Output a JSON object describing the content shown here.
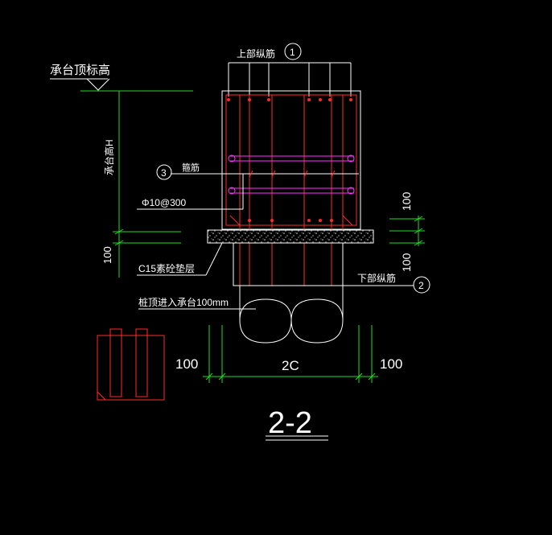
{
  "labels": {
    "cap_top_elevation": "承台顶标高",
    "top_rebar": "上部纵筋",
    "bottom_rebar": "下部纵筋",
    "stirrup": "箍筋",
    "stirrup_spec": "Φ10@300",
    "cap_height": "承台高H",
    "cushion": "C15素砼垫层",
    "pile_embed": "桩顶进入承台100mm",
    "dim_100_right_top": "100",
    "dim_100_right_bottom": "100",
    "dim_100_left": "100",
    "dim_100_bottom_left": "100",
    "dim_100_bottom_right": "100",
    "dim_2c": "2C",
    "section_title": "2-2",
    "marker_1": "1",
    "marker_2": "2",
    "marker_3": "3"
  },
  "colors": {
    "background": "#000000",
    "outline": "#ffffff",
    "rebar": "#ff2a2a",
    "stirrup": "#ff33ff",
    "dimension": "#22dd22",
    "text": "#ffffff"
  }
}
